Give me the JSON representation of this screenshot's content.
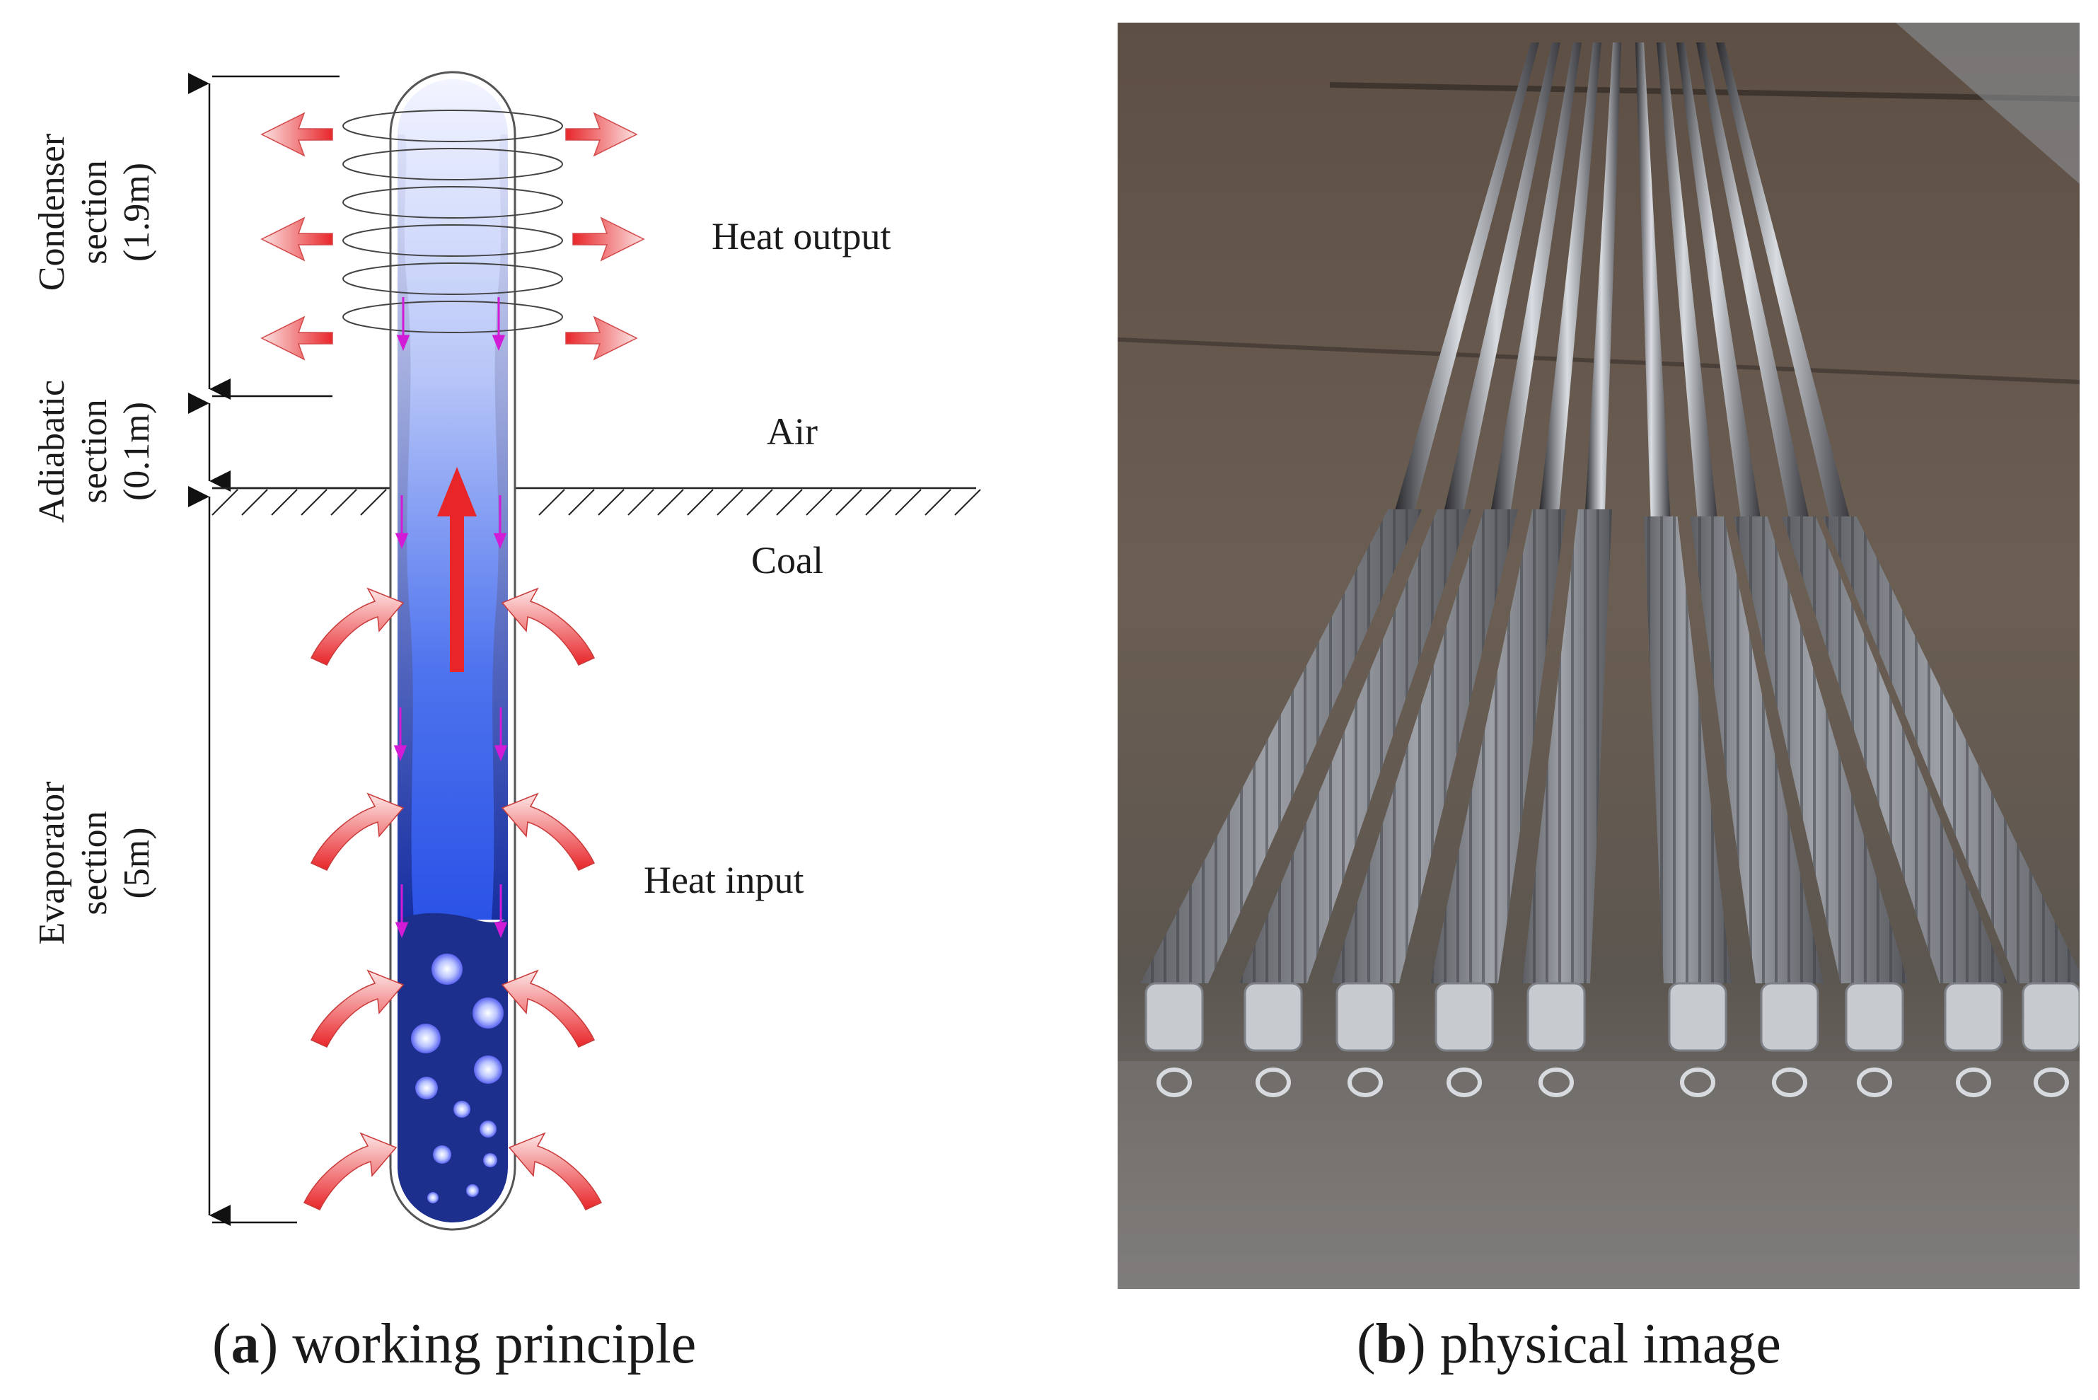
{
  "diagram": {
    "labels": {
      "heat_output": "Heat output",
      "air": "Air",
      "coal": "Coal",
      "heat_input": "Heat input"
    },
    "sections": {
      "condenser": {
        "line1": "Condenser",
        "line2": "section",
        "line3": "(1.9m)"
      },
      "adiabatic": {
        "line1": "Adiabatic",
        "line2": "section",
        "line3": "(0.1m)"
      },
      "evaporator": {
        "line1": "Evaporator",
        "line2": "section",
        "line3": "(5m)"
      }
    },
    "colors": {
      "heat_arrow": "#e8262a",
      "flow_arrow": "#d21bd6",
      "liquid": "#1c2f8c",
      "vapor_top": "#f2f4ff",
      "vapor_bottom": "#2f56e8"
    }
  },
  "captions": {
    "a": {
      "letter": "a",
      "text": "working principle"
    },
    "b": {
      "letter": "b",
      "text": "physical image"
    }
  }
}
